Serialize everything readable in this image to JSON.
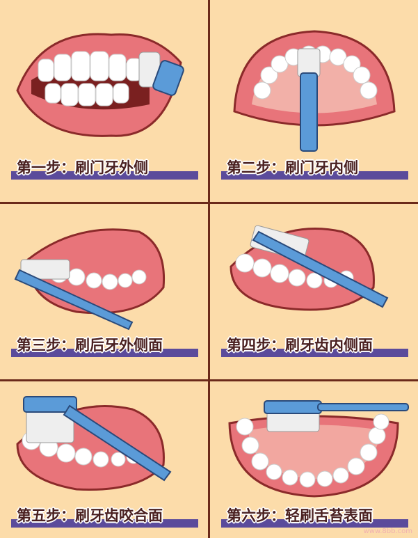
{
  "steps": [
    {
      "caption": "第一步：刷门牙外侧"
    },
    {
      "caption": "第二步：刷门牙内侧"
    },
    {
      "caption": "第三步：刷后牙外侧面"
    },
    {
      "caption": "第四步：刷牙齿内侧面"
    },
    {
      "caption": "第五步：刷牙齿咬合面"
    },
    {
      "caption": "第六步：轻刷舌苔表面"
    }
  ],
  "watermark": "www.8bb.com",
  "colors": {
    "background": "#fcdcaa",
    "divider": "#6b2a1a",
    "caption_bar": "#5b4b9b",
    "lips": "#e8747a",
    "gums": "#f2a7a0",
    "brush": "#5b9bd8"
  }
}
